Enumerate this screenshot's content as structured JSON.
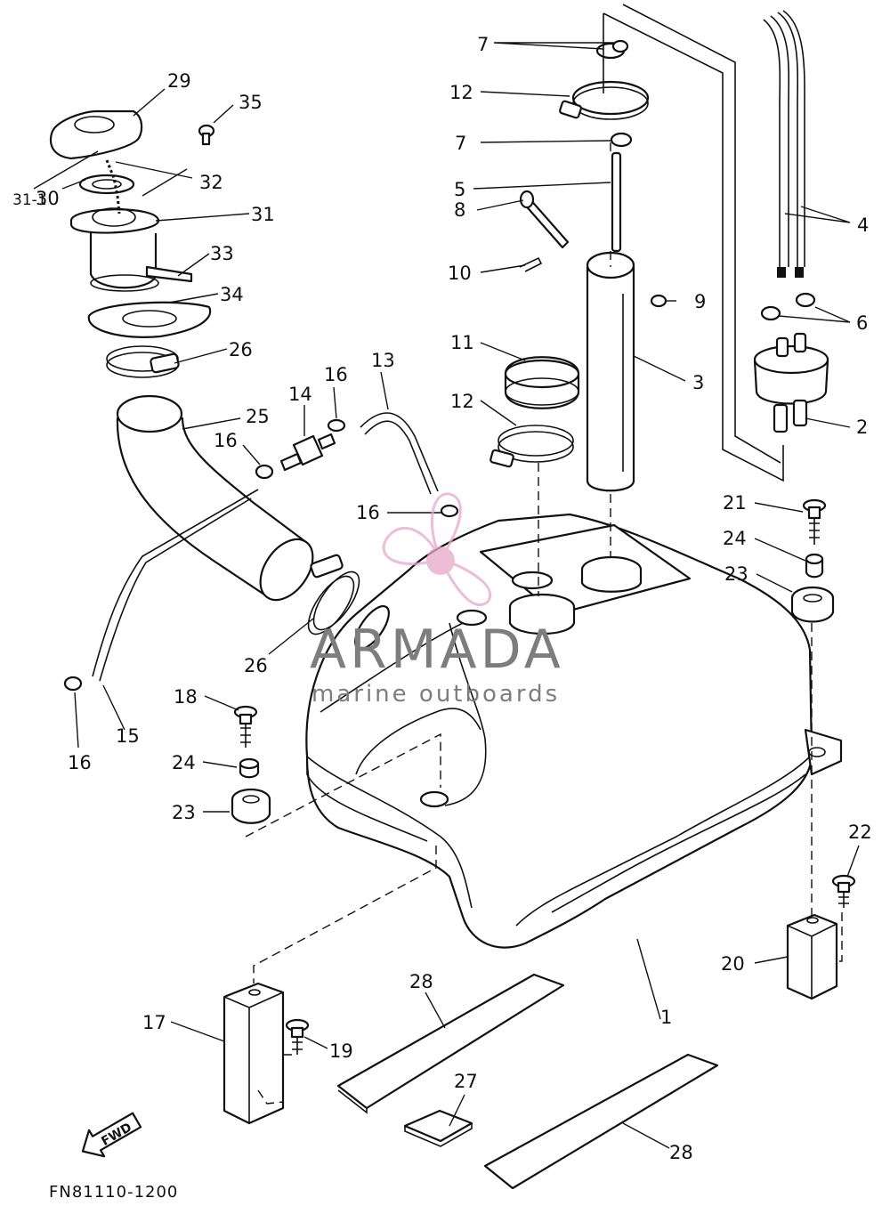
{
  "diagram": {
    "drawing_code": "FN81110-1200",
    "fwd_label": "FWD",
    "watermark": {
      "brand": "ARMADA",
      "tagline": "marine outboards",
      "logo_accent": "#e8a8c8"
    },
    "callouts": {
      "c1": "1",
      "c2": "2",
      "c3": "3",
      "c4": "4",
      "c5": "5",
      "c6": "6",
      "c7a": "7",
      "c7b": "7",
      "c8": "8",
      "c9": "9",
      "c10": "10",
      "c11": "11",
      "c12a": "12",
      "c12b": "12",
      "c13": "13",
      "c14": "14",
      "c15": "15",
      "c16a": "16",
      "c16b": "16",
      "c16c": "16",
      "c16d": "16",
      "c17": "17",
      "c18": "18",
      "c19": "19",
      "c20": "20",
      "c21": "21",
      "c22": "22",
      "c23a": "23",
      "c23b": "23",
      "c24a": "24",
      "c24b": "24",
      "c25": "25",
      "c26a": "26",
      "c26b": "26",
      "c27": "27",
      "c28a": "28",
      "c28b": "28",
      "c29": "29",
      "c30": "30",
      "c31": "31",
      "c31_1": "31-1",
      "c32": "32",
      "c33": "33",
      "c34": "34",
      "c35": "35"
    }
  }
}
